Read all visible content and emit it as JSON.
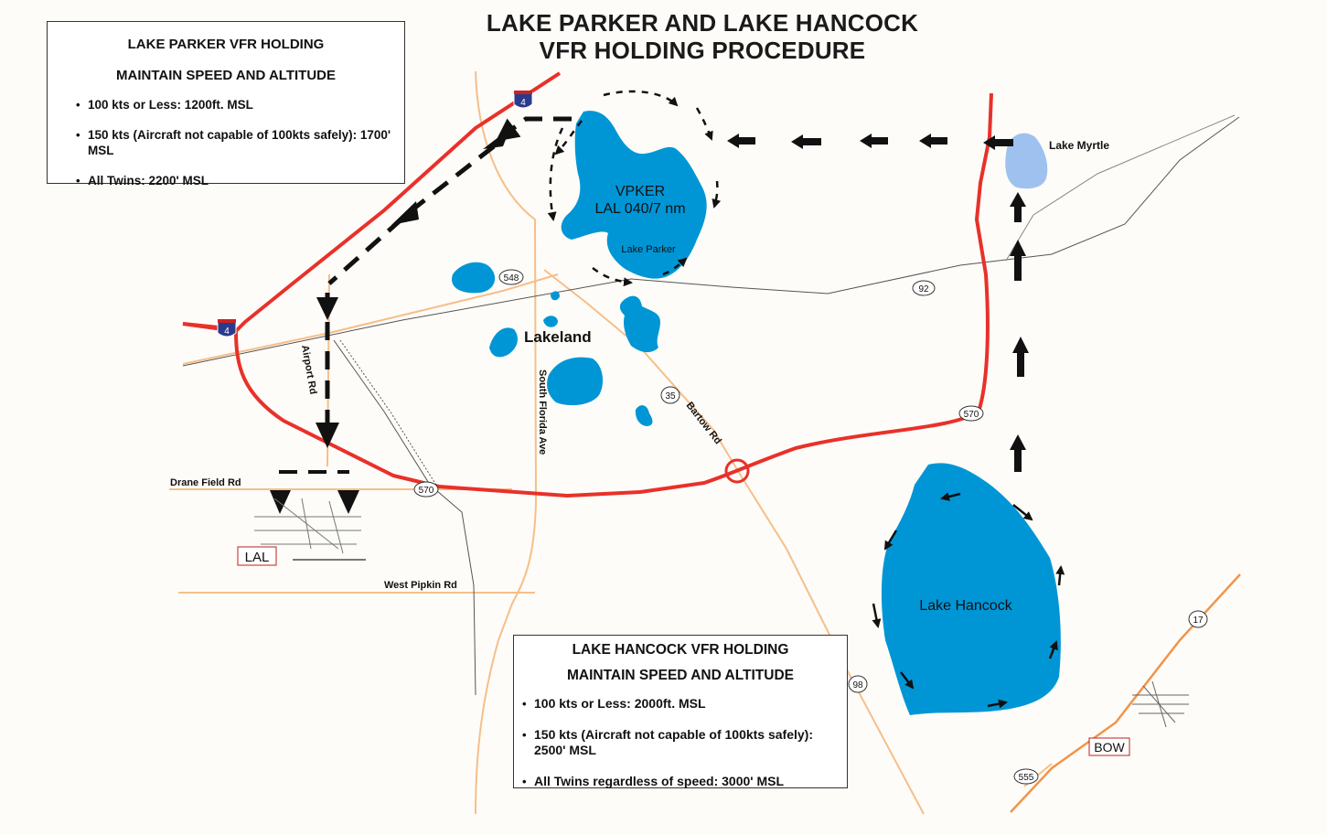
{
  "title": {
    "line1": "LAKE PARKER AND LAKE HANCOCK",
    "line2": "VFR HOLDING PROCEDURE"
  },
  "parker_box": {
    "heading1": "LAKE PARKER VFR HOLDING",
    "heading2": "MAINTAIN SPEED AND ALTITUDE",
    "items": [
      "100 kts or Less: 1200ft. MSL",
      "150 kts (Aircraft not capable of 100kts safely): 1700' MSL",
      "All Twins: 2200' MSL"
    ]
  },
  "hancock_box": {
    "heading1": "LAKE HANCOCK VFR HOLDING",
    "heading2": "MAINTAIN SPEED AND ALTITUDE",
    "items": [
      "100 kts or Less: 2000ft. MSL",
      "150 kts (Aircraft not capable of 100kts safely): 2500' MSL",
      "All Twins regardless of speed: 3000' MSL"
    ]
  },
  "labels": {
    "vpker_line1": "VPKER",
    "vpker_line2": "LAL 040/7 nm",
    "lake_parker": "Lake Parker",
    "lake_myrtle": "Lake Myrtle",
    "lakeland": "Lakeland",
    "lake_hancock": "Lake Hancock",
    "airport_rd": "Airport Rd",
    "south_florida_ave": "South Florida Ave",
    "bartow_rd": "Bartow Rd",
    "drane_field_rd": "Drane Field Rd",
    "west_pipkin_rd": "West Pipkin Rd",
    "lal": "LAL",
    "bow": "BOW"
  },
  "shields": {
    "i4_top": "4",
    "i4_left": "4",
    "r548": "548",
    "r92": "92",
    "r35": "35",
    "r570_east": "570",
    "r570_west": "570",
    "r98": "98",
    "r17": "17",
    "r555": "555"
  },
  "colors": {
    "water": "#0096d6",
    "lake_myrtle": "#9ec1ef",
    "interstate": "#e8312a",
    "minor_road": "#f5bf8a",
    "arrow": "#111111",
    "background": "#fefcf8"
  }
}
